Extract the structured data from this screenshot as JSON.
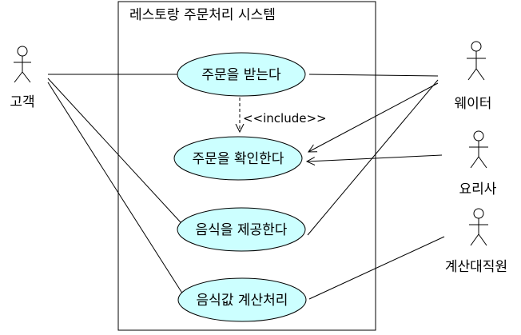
{
  "system": {
    "title": "레스토랑 주문처리 시스템"
  },
  "actors": {
    "customer": "고객",
    "waiter": "웨이터",
    "cook": "요리사",
    "cashier": "계산대직원"
  },
  "use_cases": {
    "order": "주문을 받는다",
    "confirm": "주문을 확인한다",
    "serve": "음식을 제공한다",
    "payment": "음식값 계산처리"
  },
  "relations": {
    "include_label": "<<include>>"
  },
  "colors": {
    "use_case_fill": "#ccffff",
    "stroke": "#000000",
    "background": "#ffffff"
  }
}
